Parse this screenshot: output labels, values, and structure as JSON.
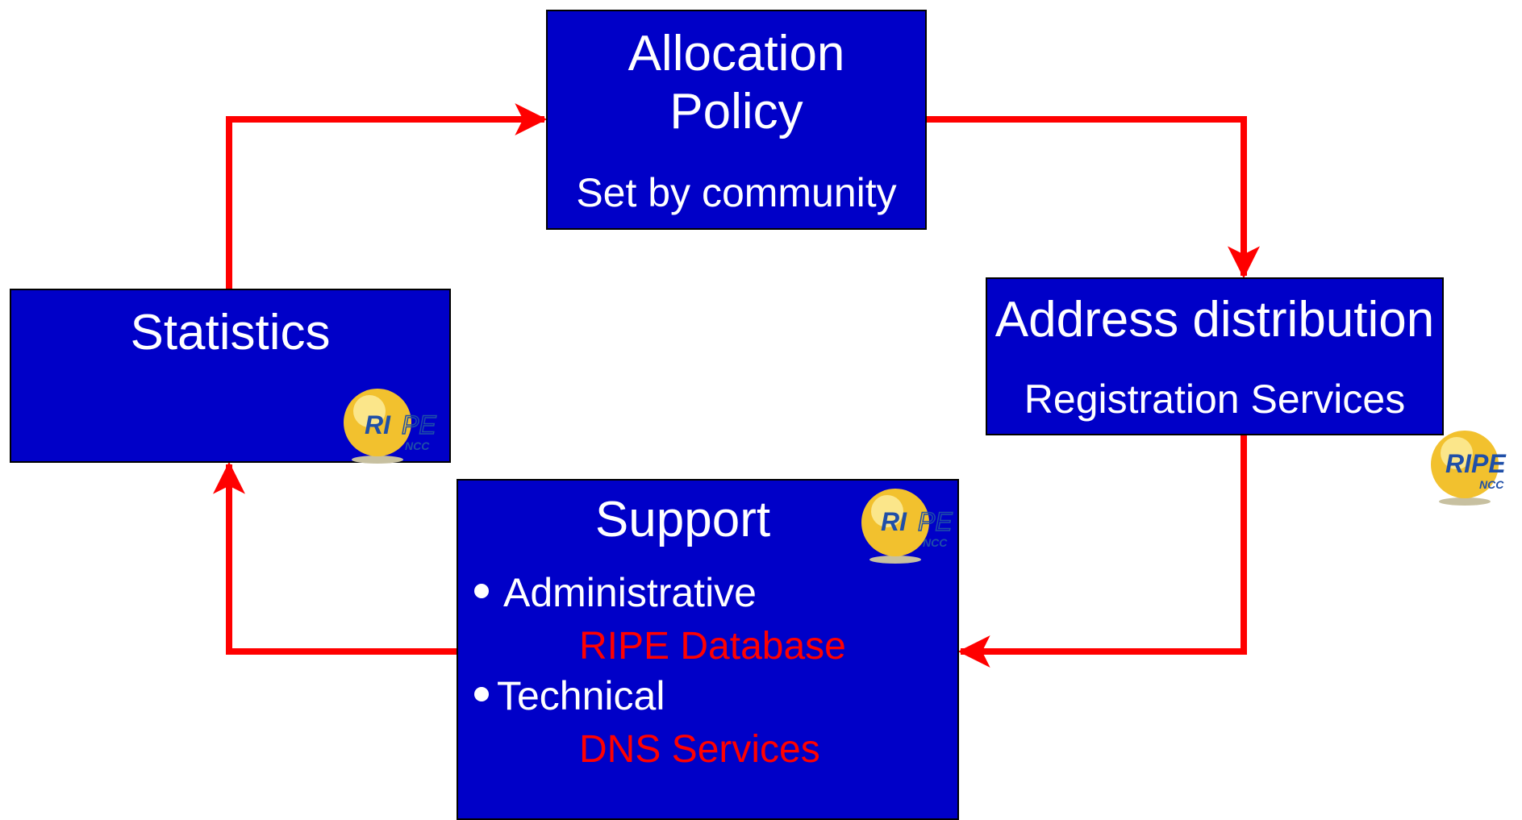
{
  "colors": {
    "box_fill": "#0000c8",
    "box_text": "#ffffff",
    "arrow": "#ff0000",
    "highlight_text": "#ff0000",
    "logo_gold": "#f2c12e",
    "logo_text": "#1f4fa8"
  },
  "policy": {
    "title_line1": "Allocation",
    "title_line2": "Policy",
    "subtitle": "Set by community"
  },
  "distribution": {
    "title": "Address distribution",
    "subtitle": "Registration Services"
  },
  "statistics": {
    "title": "Statistics"
  },
  "support": {
    "title": "Support",
    "items": [
      {
        "label": "Administrative",
        "detail": "RIPE Database"
      },
      {
        "label": "Technical",
        "detail": "DNS Services"
      }
    ]
  },
  "logo": {
    "main_text": "RIPE",
    "sub_text": "NCC",
    "icon": "ripe-ncc-logo-icon"
  }
}
